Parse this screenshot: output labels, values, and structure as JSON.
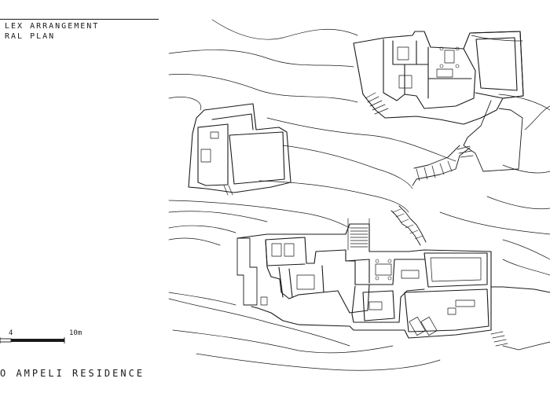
{
  "header": {
    "line1": "LEX ARRANGEMENT",
    "line2": "RAL PLAN"
  },
  "scale_bar": {
    "label_a": "4",
    "label_b": "10m"
  },
  "footer": {
    "title": "O AMPELI RESIDENCE"
  },
  "colors": {
    "line": "#1a1a1a",
    "background": "#ffffff"
  }
}
